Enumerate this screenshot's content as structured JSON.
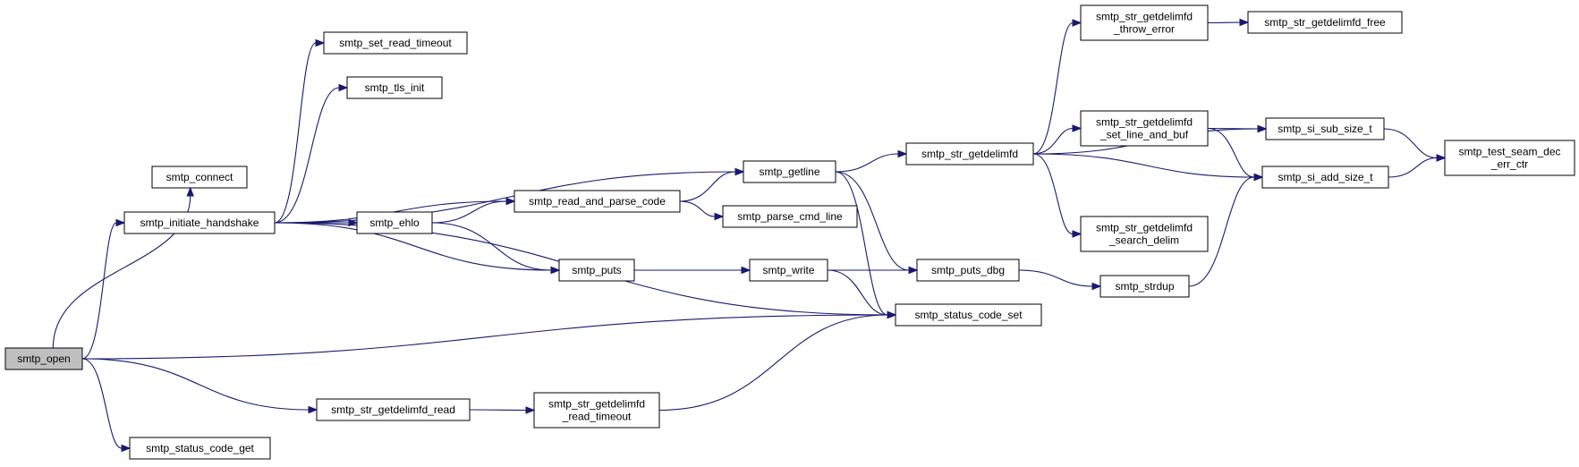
{
  "colors": {
    "edge": "#191970",
    "node_fill": "#ffffff",
    "node_highlight": "#bfbfbf",
    "node_border": "#000000"
  },
  "nodes": {
    "smtp_open": {
      "lines": [
        "smtp_open"
      ],
      "highlight": true
    },
    "smtp_connect": {
      "lines": [
        "smtp_connect"
      ]
    },
    "smtp_initiate_handshake": {
      "lines": [
        "smtp_initiate_handshake"
      ]
    },
    "smtp_set_read_timeout": {
      "lines": [
        "smtp_set_read_timeout"
      ]
    },
    "smtp_tls_init": {
      "lines": [
        "smtp_tls_init"
      ]
    },
    "smtp_ehlo": {
      "lines": [
        "smtp_ehlo"
      ]
    },
    "smtp_read_and_parse_code": {
      "lines": [
        "smtp_read_and_parse_code"
      ]
    },
    "smtp_getline": {
      "lines": [
        "smtp_getline"
      ]
    },
    "smtp_parse_cmd_line": {
      "lines": [
        "smtp_parse_cmd_line"
      ]
    },
    "smtp_puts": {
      "lines": [
        "smtp_puts"
      ]
    },
    "smtp_write": {
      "lines": [
        "smtp_write"
      ]
    },
    "smtp_puts_dbg": {
      "lines": [
        "smtp_puts_dbg"
      ]
    },
    "smtp_status_code_set": {
      "lines": [
        "smtp_status_code_set"
      ]
    },
    "smtp_str_getdelimfd": {
      "lines": [
        "smtp_str_getdelimfd"
      ]
    },
    "smtp_str_getdelimfd_throw_error": {
      "lines": [
        "smtp_str_getdelimfd",
        "_throw_error"
      ]
    },
    "smtp_str_getdelimfd_free": {
      "lines": [
        "smtp_str_getdelimfd_free"
      ]
    },
    "smtp_str_getdelimfd_set_line_and_buf": {
      "lines": [
        "smtp_str_getdelimfd",
        "_set_line_and_buf"
      ]
    },
    "smtp_si_sub_size_t": {
      "lines": [
        "smtp_si_sub_size_t"
      ]
    },
    "smtp_si_add_size_t": {
      "lines": [
        "smtp_si_add_size_t"
      ]
    },
    "smtp_test_seam_dec_err_ctr": {
      "lines": [
        "smtp_test_seam_dec",
        "_err_ctr"
      ]
    },
    "smtp_str_getdelimfd_search_delim": {
      "lines": [
        "smtp_str_getdelimfd",
        "_search_delim"
      ]
    },
    "smtp_strdup": {
      "lines": [
        "smtp_strdup"
      ]
    },
    "smtp_str_getdelimfd_read": {
      "lines": [
        "smtp_str_getdelimfd_read"
      ]
    },
    "smtp_str_getdelimfd_read_timeout": {
      "lines": [
        "smtp_str_getdelimfd",
        "_read_timeout"
      ]
    },
    "smtp_status_code_get": {
      "lines": [
        "smtp_status_code_get"
      ]
    }
  },
  "edges": [
    [
      "smtp_open",
      "smtp_connect"
    ],
    [
      "smtp_open",
      "smtp_initiate_handshake"
    ],
    [
      "smtp_open",
      "smtp_status_code_set"
    ],
    [
      "smtp_open",
      "smtp_str_getdelimfd_read"
    ],
    [
      "smtp_open",
      "smtp_status_code_get"
    ],
    [
      "smtp_initiate_handshake",
      "smtp_set_read_timeout"
    ],
    [
      "smtp_initiate_handshake",
      "smtp_tls_init"
    ],
    [
      "smtp_initiate_handshake",
      "smtp_getline"
    ],
    [
      "smtp_initiate_handshake",
      "smtp_read_and_parse_code"
    ],
    [
      "smtp_initiate_handshake",
      "smtp_ehlo"
    ],
    [
      "smtp_initiate_handshake",
      "smtp_puts"
    ],
    [
      "smtp_initiate_handshake",
      "smtp_status_code_set"
    ],
    [
      "smtp_ehlo",
      "smtp_read_and_parse_code"
    ],
    [
      "smtp_ehlo",
      "smtp_puts"
    ],
    [
      "smtp_read_and_parse_code",
      "smtp_getline"
    ],
    [
      "smtp_read_and_parse_code",
      "smtp_parse_cmd_line"
    ],
    [
      "smtp_getline",
      "smtp_str_getdelimfd"
    ],
    [
      "smtp_getline",
      "smtp_puts_dbg"
    ],
    [
      "smtp_getline",
      "smtp_status_code_set"
    ],
    [
      "smtp_puts",
      "smtp_write"
    ],
    [
      "smtp_write",
      "smtp_puts_dbg"
    ],
    [
      "smtp_write",
      "smtp_status_code_set"
    ],
    [
      "smtp_puts_dbg",
      "smtp_strdup"
    ],
    [
      "smtp_str_getdelimfd",
      "smtp_str_getdelimfd_throw_error"
    ],
    [
      "smtp_str_getdelimfd",
      "smtp_si_sub_size_t"
    ],
    [
      "smtp_str_getdelimfd",
      "smtp_str_getdelimfd_set_line_and_buf"
    ],
    [
      "smtp_str_getdelimfd",
      "smtp_si_add_size_t"
    ],
    [
      "smtp_str_getdelimfd",
      "smtp_str_getdelimfd_search_delim"
    ],
    [
      "smtp_str_getdelimfd_throw_error",
      "smtp_str_getdelimfd_free"
    ],
    [
      "smtp_str_getdelimfd_set_line_and_buf",
      "smtp_si_sub_size_t"
    ],
    [
      "smtp_str_getdelimfd_set_line_and_buf",
      "smtp_si_add_size_t"
    ],
    [
      "smtp_si_sub_size_t",
      "smtp_test_seam_dec_err_ctr"
    ],
    [
      "smtp_si_add_size_t",
      "smtp_test_seam_dec_err_ctr"
    ],
    [
      "smtp_strdup",
      "smtp_si_add_size_t"
    ],
    [
      "smtp_str_getdelimfd_read",
      "smtp_str_getdelimfd_read_timeout"
    ],
    [
      "smtp_str_getdelimfd_read_timeout",
      "smtp_status_code_set"
    ]
  ]
}
